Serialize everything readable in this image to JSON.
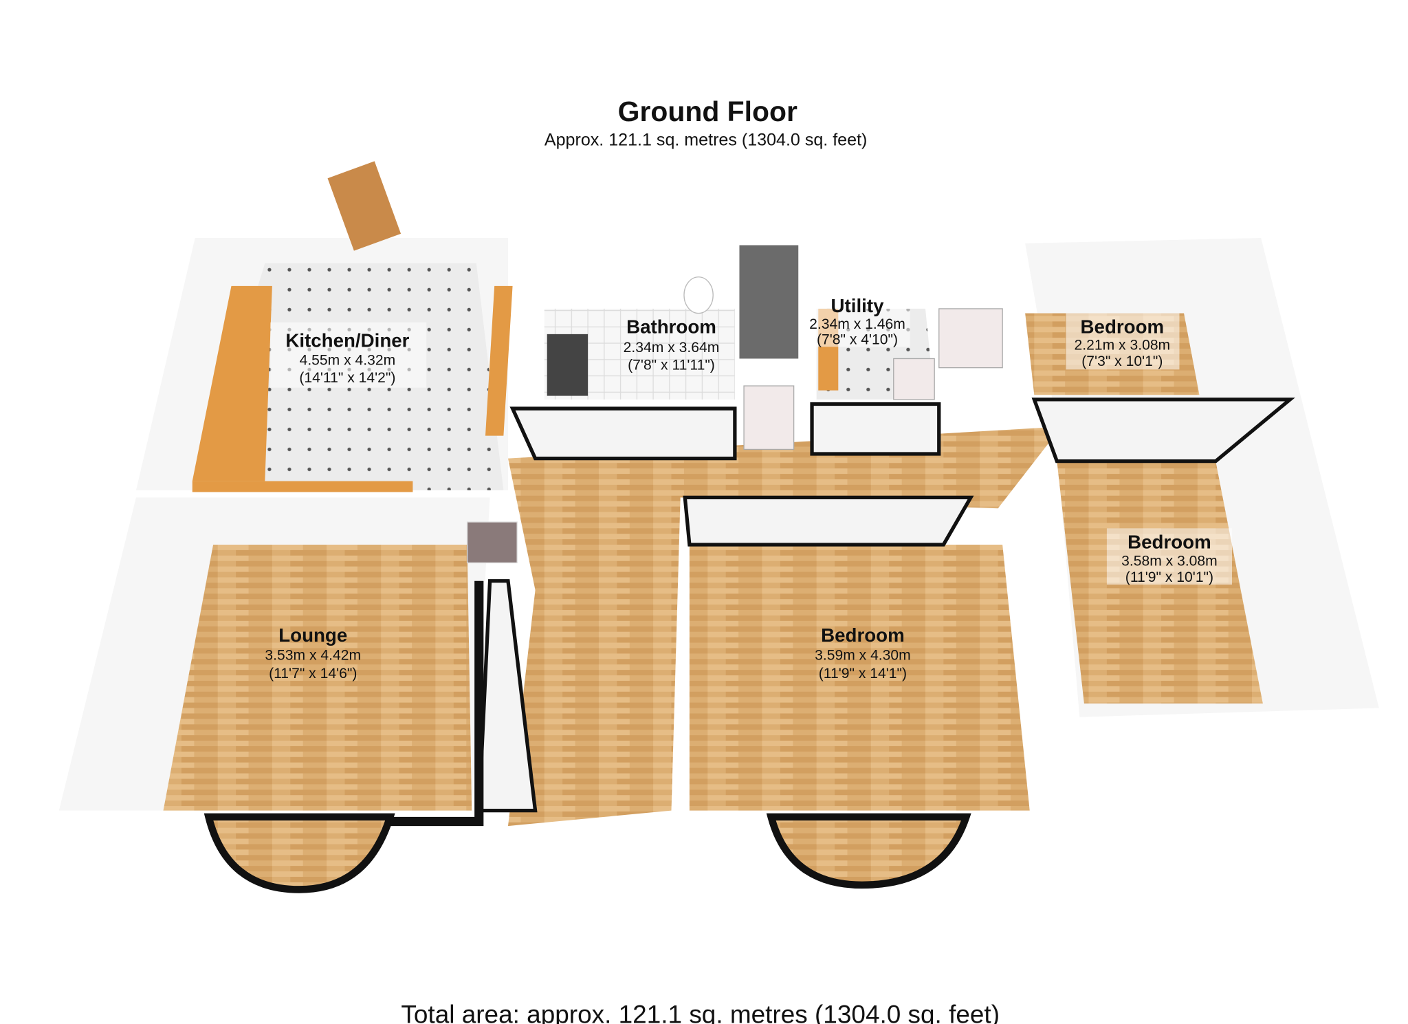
{
  "header": {
    "title": "Ground Floor",
    "subtitle": "Approx. 121.1 sq. metres (1304.0 sq. feet)"
  },
  "rooms": [
    {
      "name": "Kitchen/Diner",
      "metric": "4.55m x 4.32m",
      "imperial": "(14'11\" x 14'2\")"
    },
    {
      "name": "Bathroom",
      "metric": "2.34m x 3.64m",
      "imperial": "(7'8\" x 11'11\")"
    },
    {
      "name": "Utility",
      "metric": "2.34m x 1.46m",
      "imperial": "(7'8\" x 4'10\")"
    },
    {
      "name": "Bedroom",
      "metric": "2.21m x 3.08m",
      "imperial": "(7'3\" x 10'1\")"
    },
    {
      "name": "Bedroom",
      "metric": "3.58m x 3.08m",
      "imperial": "(11'9\" x 10'1\")"
    },
    {
      "name": "Bedroom",
      "metric": "3.59m x 4.30m",
      "imperial": "(11'9\" x 14'1\")"
    },
    {
      "name": "Lounge",
      "metric": "3.53m x 4.42m",
      "imperial": "(11'7\" x 14'6\")"
    }
  ],
  "footer": {
    "total": "Total area: approx. 121.1 sq. metres (1304.0 sq. feet)"
  },
  "colors": {
    "wood": "#d9a96a",
    "tile": "#e8e8e8",
    "wall": "#111111",
    "inner_wall": "#f4f4f4",
    "counter": "#e39a45"
  }
}
